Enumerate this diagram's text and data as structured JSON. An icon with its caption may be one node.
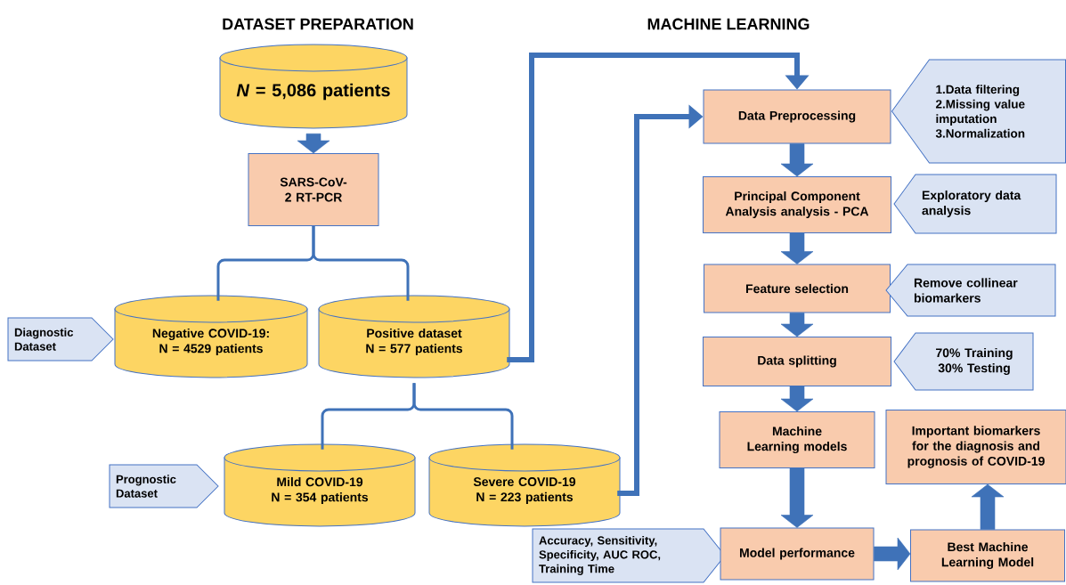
{
  "diagram": {
    "nodes": [
      {
        "text": [
          "*N* = 5,086 patients"
        ]
      },
      {
        "text": [
          "SARS-CoV-2 RT-PCR"
        ]
      },
      {
        "text": [
          "Negative COVID-19: N = 4529 patients"
        ]
      },
      {
        "text": [
          "Positive dataset N =  577 patients"
        ]
      },
      {
        "text": [
          "Diagnostic Dataset"
        ]
      },
      {
        "text": [
          "Mild COVID-19 N = 354 patients"
        ]
      },
      {
        "text": [
          "Severe COVID-19 N = 223 patients"
        ]
      },
      {
        "text": [
          "Prognostic Dataset"
        ]
      },
      {
        "text": [
          "Data Preprocessing"
        ]
      },
      {
        "text": [
          "1.Data filtering",
          "2.Missing value imputation",
          "3.Normalization"
        ]
      },
      {
        "text": [
          "Principal Component Analysis analysis - PCA"
        ]
      },
      {
        "text": [
          "Exploratory data analysis"
        ]
      },
      {
        "text": [
          "Feature selection"
        ]
      },
      {
        "text": [
          "Remove collinear biomarkers"
        ]
      },
      {
        "text": [
          "Data splitting"
        ]
      },
      {
        "text": [
          "70% Training 30% Testing"
        ]
      },
      {
        "text": [
          "Machine Learning models"
        ]
      },
      {
        "text": [
          "Important biomarkers for the diagnosis and prognosis of COVID-19"
        ]
      },
      {
        "text": [
          "Accuracy, Sensitivity, Specificity, AUC ROC, Training Time"
        ]
      },
      {
        "text": [
          "Model performance"
        ]
      },
      {
        "text": [
          "Best Machine Learning Model"
        ]
      }
    ],
    "edges": [
      {
        "from": 0,
        "to": 1,
        "arrow": "to"
      },
      {
        "from": 1,
        "to": 2,
        "arrow": "none"
      },
      {
        "from": 1,
        "to": 3,
        "arrow": "none"
      },
      {
        "from": 3,
        "to": 5,
        "arrow": "none"
      },
      {
        "from": 3,
        "to": 6,
        "arrow": "none"
      },
      {
        "from": 3,
        "to": 8,
        "arrow": "to",
        "style": "thick"
      },
      {
        "from": 6,
        "to": 8,
        "arrow": "to",
        "style": "thick"
      },
      {
        "from": 8,
        "to": 10,
        "arrow": "to"
      },
      {
        "from": 10,
        "to": 12,
        "arrow": "to"
      },
      {
        "from": 12,
        "to": 14,
        "arrow": "to"
      },
      {
        "from": 14,
        "to": 16,
        "arrow": "to"
      },
      {
        "from": 16,
        "to": 19,
        "arrow": "to"
      },
      {
        "from": 19,
        "to": 20,
        "arrow": "to"
      },
      {
        "from": 20,
        "to": 17,
        "arrow": "to"
      }
    ],
    "labels": [
      "DATASET PREPARATION",
      "MACHINE LEARNING"
    ]
  }
}
